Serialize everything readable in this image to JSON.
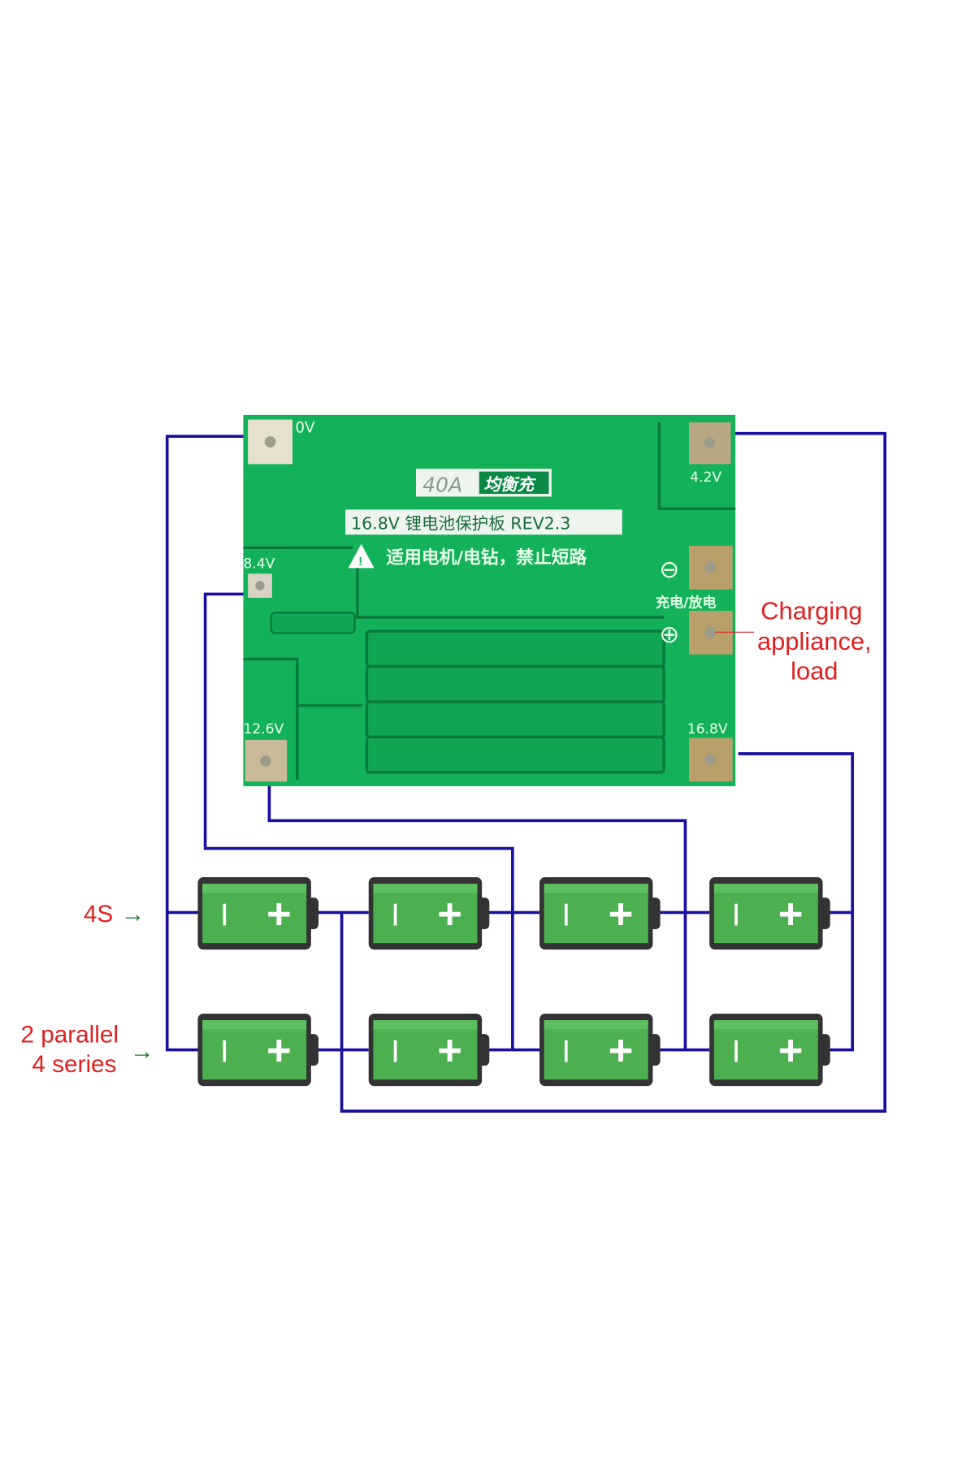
{
  "colors": {
    "wire": "#1a0fa0",
    "pcb": "#12b15a",
    "battery": "#4caf50",
    "battery_border": "#333333",
    "label_red": "#e02020",
    "arrow_green": "#1a7a2a"
  },
  "pcb": {
    "model_current": "40A",
    "model_tag": "均衡充",
    "title": "16.8V 锂电池保护板 REV2.3",
    "warning": "适用电机/电钻，禁止短路",
    "charge_label": "充电/放电",
    "pads": {
      "p0": "0V",
      "p4": "4.2V",
      "p8": "8.4V",
      "p12": "12.6V",
      "p16": "16.8V"
    },
    "minus_symbol": "⊖",
    "plus_symbol": "⊕"
  },
  "annotations": {
    "charging_line1": "Charging",
    "charging_line2": "appliance,",
    "charging_line3": "load",
    "row1_label": "4S",
    "row2_line1": "2 parallel",
    "row2_line2": "4 series",
    "arrow": "→"
  },
  "battery": {
    "minus": "I",
    "plus": "+"
  }
}
